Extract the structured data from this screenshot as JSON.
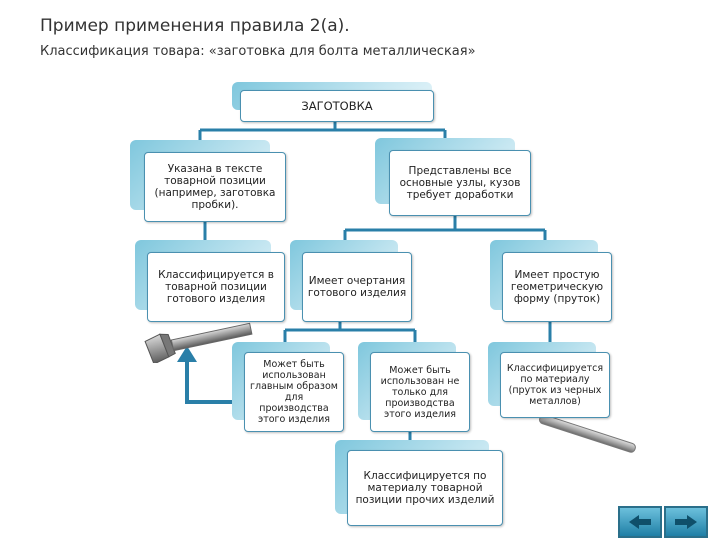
{
  "header": {
    "title": "Пример применения правила 2(а).",
    "subtitle": "Классификация товара: «заготовка для болта металлическая»"
  },
  "nodes": {
    "root": "ЗАГОТОВКА",
    "left_top": "Указана в тексте товарной позиции (например, заготовка пробки).",
    "right_top": "Представлены все основные узлы, кузов требует доработки",
    "left_mid": "Классифицируется в товарной позиции готового изделия",
    "mid_mid": "Имеет очертания готового изделия",
    "right_mid": "Имеет простую геометрическую форму (пруток)",
    "use_main": "Может быть использован главным образом для производства этого изделия",
    "use_other": "Может быть использован не только для производства этого изделия",
    "classify_material": "Классифицируется по материалу (пруток из черных металлов)",
    "classify_other": "Классифицируется по материалу товарной позиции прочих изделий"
  },
  "colors": {
    "accent": "#2a7fa8",
    "box_border": "#4a90b0",
    "shade": "#7fc7dd"
  },
  "icons": {
    "bolt": "bolt-image",
    "rod": "rod-image",
    "back": "back-arrow-icon",
    "forward": "forward-arrow-icon"
  }
}
